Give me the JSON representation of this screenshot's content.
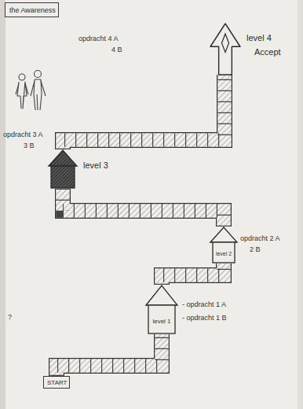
{
  "diagram": {
    "nodes": [
      {
        "text": [
          "the Awareness"
        ]
      },
      {
        "text": [
          "level 4",
          "Accept"
        ]
      },
      {
        "text": [
          "level 3"
        ]
      },
      {
        "text": [
          "level 2"
        ]
      },
      {
        "text": [
          "level 1"
        ]
      },
      {
        "text": [
          "START"
        ]
      }
    ],
    "edges": [
      {
        "from": 5,
        "to": 4,
        "arrow": "none"
      },
      {
        "from": 4,
        "to": 3,
        "arrow": "none"
      },
      {
        "from": 3,
        "to": 2,
        "arrow": "none"
      },
      {
        "from": 2,
        "to": 1,
        "arrow": "none"
      }
    ],
    "labels": [
      "opdracht 4 A",
      "4 B",
      "opdracht 3 A",
      "3 B",
      "opdracht 2 A",
      "2 B",
      "- opdracht 1 A",
      "- opdracht 1 B",
      "?"
    ]
  }
}
